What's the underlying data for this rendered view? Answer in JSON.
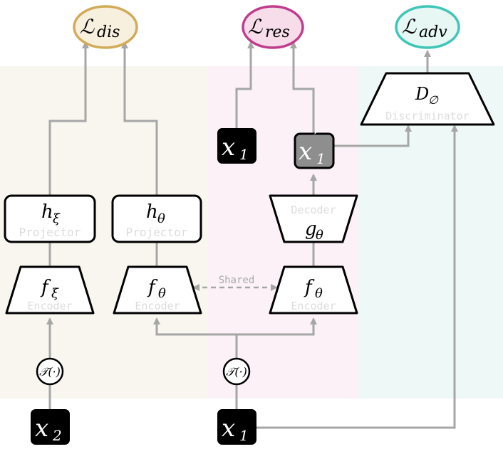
{
  "losses": {
    "dis": {
      "symbol": "ℒ",
      "sub": "dis",
      "stroke": "#d2ab58",
      "fill": "#f7f0df"
    },
    "res": {
      "symbol": "ℒ",
      "sub": "res",
      "stroke": "#c03c8c",
      "fill": "#f6dde9"
    },
    "adv": {
      "symbol": "ℒ",
      "sub": "adv",
      "stroke": "#3fc6b8",
      "fill": "#e6f7f4"
    }
  },
  "regions": {
    "left": "#f8f6ee",
    "middle": "#fbf1f6",
    "right": "#eef8f6"
  },
  "blocks": {
    "h_xi": {
      "symbol": "h",
      "sub": "ξ",
      "label": "Projector"
    },
    "h_theta": {
      "symbol": "h",
      "sub": "θ",
      "label": "Projector"
    },
    "f_xi": {
      "symbol": "f",
      "sub": "ξ",
      "label": "Encoder"
    },
    "f_theta_left": {
      "symbol": "f",
      "sub": "θ",
      "label": "Encoder"
    },
    "f_theta_right": {
      "symbol": "f",
      "sub": "θ",
      "label": "Encoder"
    },
    "decoder": {
      "symbol": "g",
      "sub": "θ",
      "label": "Decoder"
    },
    "discriminator": {
      "symbol": "D",
      "sub": "∅",
      "label": "Discriminator"
    }
  },
  "inputs": {
    "x1_top": {
      "symbol": "x",
      "sub": "1"
    },
    "x1_prime": {
      "symbol": "x",
      "sub": "1",
      "prime": "′"
    },
    "x2": {
      "symbol": "x",
      "sub": "2"
    },
    "x1_bottom": {
      "symbol": "x",
      "sub": "1"
    }
  },
  "transforms": {
    "t_left": {
      "symbol": "𝒯(·)"
    },
    "t_right": {
      "symbol": "𝒯(·)"
    }
  },
  "shared_label": "Shared",
  "colors": {
    "line": "#a6a6a6",
    "dark_box": "#000000",
    "gray_box": "#8e8e8e"
  }
}
